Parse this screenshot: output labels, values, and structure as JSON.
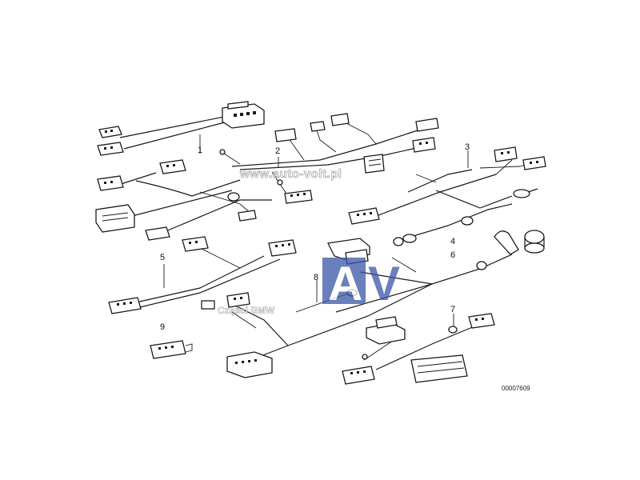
{
  "diagram": {
    "callouts": [
      "1",
      "2",
      "3",
      "4",
      "5",
      "6",
      "7",
      "8",
      "9"
    ],
    "reference_number": "00007609"
  },
  "watermark": {
    "url": "www.auto-volt.pl",
    "logo_letters": [
      "A",
      "V"
    ],
    "subtitle": "Części BMW",
    "logo_color": "#3a55a8"
  }
}
